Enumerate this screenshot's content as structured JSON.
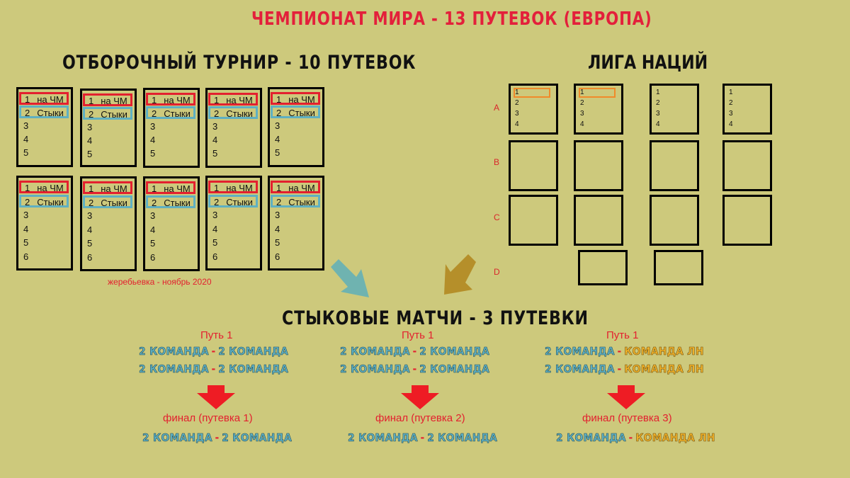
{
  "title": "ЧЕМПИОНАТ МИРА - 13 ПУТЕВОК (ЕВРОПА)",
  "qualifying": {
    "title": "ОТБОРОЧНЫЙ ТУРНИР - 10 ПУТЕВОК",
    "direct_label": "на ЧМ",
    "playoff_label": "Стыки",
    "draw_note": "жеребьевка - ноябрь 2020",
    "groups_top_positions": [
      "1",
      "2",
      "3",
      "4",
      "5"
    ],
    "groups_bottom_positions": [
      "1",
      "2",
      "3",
      "4",
      "5",
      "6"
    ]
  },
  "nations_league": {
    "title": "ЛИГА НАЦИЙ",
    "leagues": [
      "A",
      "B",
      "C",
      "D"
    ],
    "positions": [
      "1",
      "2",
      "3",
      "4"
    ]
  },
  "playoffs": {
    "title": "СТЫКОВЫЕ МАТЧИ - 3 ПУТЕВКИ",
    "paths": [
      {
        "label": "Путь 1",
        "semis": [
          {
            "home": "2 КОМАНДА",
            "away": "2 КОМАНДА",
            "away_nl": false
          },
          {
            "home": "2 КОМАНДА",
            "away": "2 КОМАНДА",
            "away_nl": false
          }
        ],
        "final_label": "финал  (путевка 1)",
        "final": {
          "home": "2 КОМАНДА",
          "away": "2 КОМАНДА",
          "away_nl": false
        }
      },
      {
        "label": "Путь 1",
        "semis": [
          {
            "home": "2 КОМАНДА",
            "away": "2 КОМАНДА",
            "away_nl": false
          },
          {
            "home": "2 КОМАНДА",
            "away": "2 КОМАНДА",
            "away_nl": false
          }
        ],
        "final_label": "финал (путевка 2)",
        "final": {
          "home": "2 КОМАНДА",
          "away": "2 КОМАНДА",
          "away_nl": false
        }
      },
      {
        "label": "Путь 1",
        "semis": [
          {
            "home": "2 КОМАНДА",
            "away": "КОМАНДА ЛН",
            "away_nl": true
          },
          {
            "home": "2 КОМАНДА",
            "away": "КОМАНДА ЛН",
            "away_nl": true
          }
        ],
        "final_label": "финал (путевка 3)",
        "final": {
          "home": "2 КОМАНДА",
          "away": "КОМАНДА ЛН",
          "away_nl": true
        }
      }
    ]
  },
  "colors": {
    "background": "#cdc97c",
    "title_red": "#e3203b",
    "direct_border": "#e3202f",
    "playoff_border": "#5fb0c2",
    "nl_team": "#f0b22a",
    "arrow_teal": "#6fb3b0",
    "arrow_gold": "#b58f2a",
    "arrow_red": "#ee1c24"
  }
}
